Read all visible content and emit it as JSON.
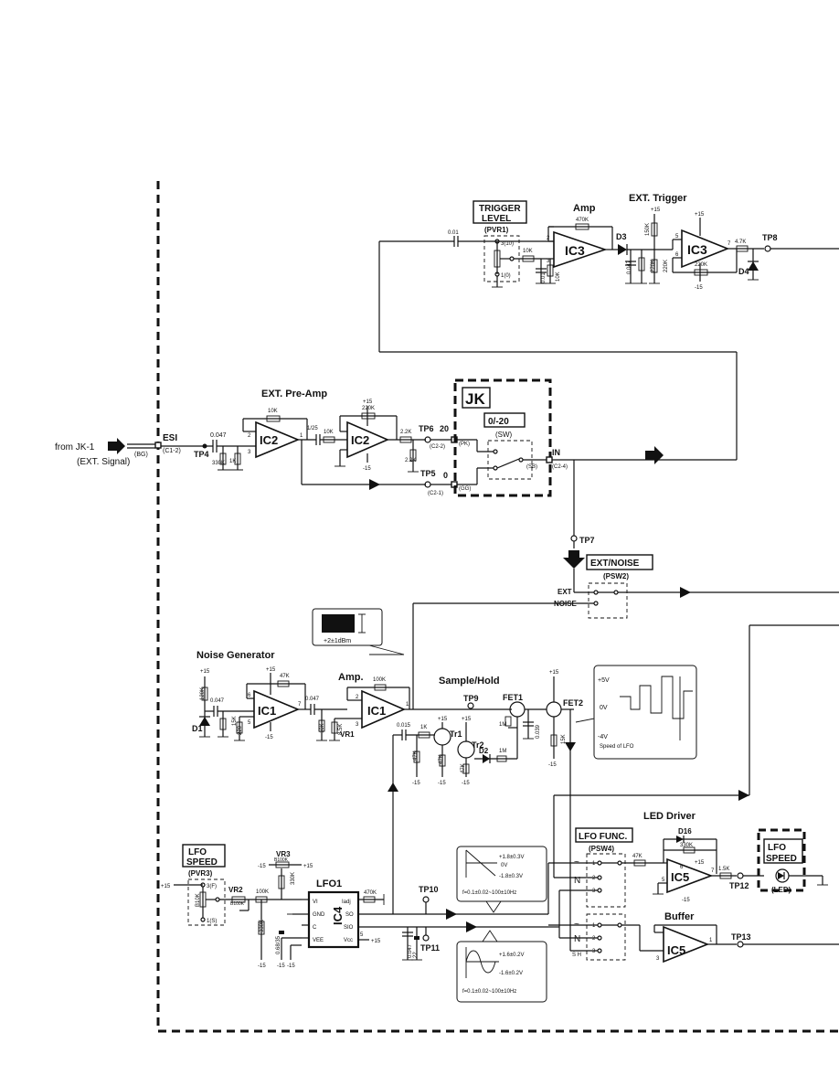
{
  "labels": {
    "from_jk1": "from JK-1",
    "ext_signal": "(EXT. Signal)",
    "esi": "ESI",
    "esi_code": "(C1-2)",
    "bg": "(BG)",
    "tp4": "TP4",
    "trigger_level_1": "TRIGGER",
    "trigger_level_2": "LEVEL",
    "pvr1": "(PVR1)",
    "pvr1_pin3": "3(10)",
    "pvr1_pin1": "1(0)",
    "pvr1_val": "A10K",
    "amp_top": "Amp",
    "ext_trigger": "EXT. Trigger",
    "ic3": "IC3",
    "d3": "D3",
    "d4": "D4",
    "tp8": "TP8",
    "ext_preamp": "EXT. Pre-Amp",
    "ic2": "IC2",
    "tp6": "TP6",
    "tp6_20": "20",
    "tp6_code": "(C2-2)",
    "pk": "(PK)",
    "tp5": "TP5",
    "tp5_0": "0",
    "tp5_code": "(C2-1)",
    "gg": "(GG)",
    "jk": "JK",
    "sw_range": "0/-20",
    "sw": "(SW)",
    "sb": "(SB)",
    "in": "IN",
    "in_code": "(C2-4)",
    "tp7": "TP7",
    "ext_noise": "EXT/NOISE",
    "psw2": "(PSW2)",
    "ext": "EXT",
    "noise": "NOISE",
    "noise_level": "+2±1dBm",
    "noise_generator": "Noise Generator",
    "ic1": "IC1",
    "d1": "D1",
    "vr1": "VR1",
    "amp_mid": "Amp.",
    "sample_hold": "Sample/Hold",
    "tp9": "TP9",
    "fet1": "FET1",
    "fet2": "FET2",
    "tr1": "Tr1",
    "tr2": "Tr2",
    "d2": "D2",
    "sh_plus5": "+5V",
    "sh_0v": "0V",
    "sh_minus4": "-4V",
    "speed_lfo": "Speed of LFO",
    "lfo_speed_1": "LFO",
    "lfo_speed_2": "SPEED",
    "pvr3": "(PVR3)",
    "pvr3_pin3": "3(F)",
    "pvr3_pin1": "1(S)",
    "pvr3_val": "B10K",
    "vr2": "VR2",
    "vr3": "VR3",
    "lfo1": "LFO1",
    "ic4": "IC4",
    "tp10": "TP10",
    "tp11": "TP11",
    "saw_hi": "+1.8±0.3V",
    "saw_mid": "0V",
    "saw_lo": "-1.8±0.3V",
    "saw_f": "f=0.1±0.02~100±10Hz",
    "sin_hi": "+1.6±0.2V",
    "sin_lo": "-1.6±0.2V",
    "sin_f": "f=0.1±0.02~100±10Hz",
    "lfo_func": "LFO FUNC.",
    "psw4": "(PSW4)",
    "sh": "S H",
    "led_driver": "LED Driver",
    "ic5": "IC5",
    "d16": "D16",
    "tp12": "TP12",
    "led": "(LED)",
    "buffer": "Buffer",
    "tp13": "TP13"
  },
  "components": {
    "c_001": "0.01",
    "r_10k_a": "10K",
    "c_001b": "0.01",
    "r_10k_b": "10K",
    "r_470k": "470K",
    "c_0047": "0.047",
    "r_270k": "270K",
    "r_150k": "150K",
    "r_220k_a": "220K",
    "r_220k_b": "220K",
    "r_47k_out": "4.7K",
    "pre_c_0047": "0.047",
    "pre_r_330k": "330K",
    "pre_r_1k": "1K",
    "pre_r_10k": "10K",
    "pre_c_1_25": "1/25",
    "pre_r_10k_b": "10K",
    "pre_r_220k": "220K",
    "pre_r_22k": "2.2K",
    "pre_r_22k_b": "2.2K",
    "ng_r_120k": "120K",
    "ng_c_0047": "0.047",
    "ng_r_15k": "15K",
    "ng_r_220": "220",
    "ng_r_47k": "47K",
    "ng_c_0047b": "0.047",
    "ng_r_10k": "10K",
    "ng_r_85k": "8.5K",
    "ng_r_100k": "100K",
    "sh_c_0015": "0.015",
    "sh_r_1k": "1K",
    "sh_r_47k_a": "47K",
    "sh_r_47k_b": "47K",
    "sh_r_47k_c": "47K",
    "sh_r_1m_a": "1M",
    "sh_r_1m_b": "1M",
    "sh_c_0039": "0.039",
    "sh_r_15k": "15K",
    "lfo_r_100k": "100K",
    "lfo_r_b100k_a": "B100K",
    "lfo_r_b100k_b": "B100K",
    "lfo_r_330k_a": "330K",
    "lfo_r_330k_b": "330K",
    "lfo_c_068": "0.68/35",
    "lfo_r_470k": "470K",
    "lfo_c_0047": "0.047",
    "lfo_c_22": "22",
    "led_r_330k": "330K",
    "led_r_47k": "47K",
    "led_r_15k": "1.5K",
    "ic4_vi": "VI",
    "ic4_gnd": "GND",
    "ic4_c": "C",
    "ic4_vee": "VEE",
    "ic4_so": "SO",
    "ic4_sio": "SIO",
    "ic4_vcc": "Vcc",
    "ic4_iadj": "Iadj"
  },
  "rails": {
    "p15": "+15",
    "m15": "-15",
    "pm15": "+15"
  }
}
